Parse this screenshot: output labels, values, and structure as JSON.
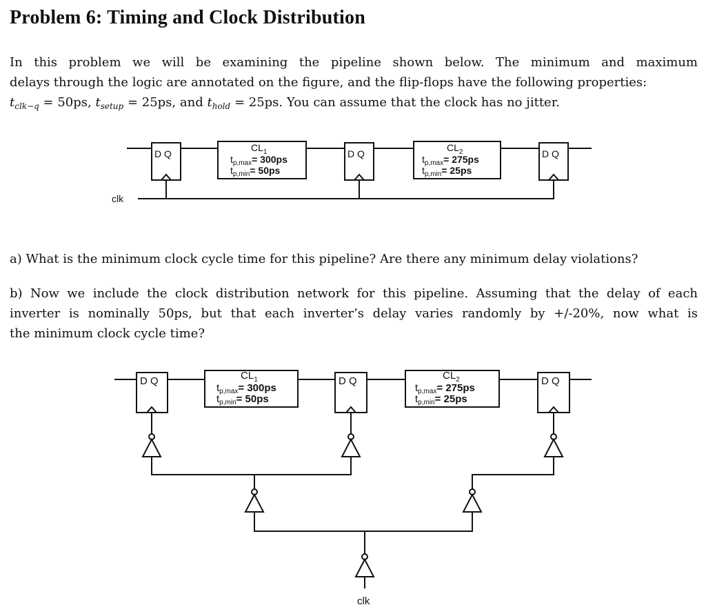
{
  "title": "Problem 6: Timing and Clock Distribution",
  "intro": {
    "line1": "In this problem we will be examining the pipeline shown below. The minimum and maximum",
    "line2": "delays through the logic are annotated on the figure, and the flip-flops have the following properties:",
    "tclkq_sub": "clk−q",
    "tclkq_value": "= 50ps,",
    "tsetup_sub": "setup",
    "tsetup_value": "= 25ps,",
    "and_word": "and",
    "thold_sub": "hold",
    "thold_value": "= 25ps.",
    "line3_tail": "You can assume that the clock has no jitter."
  },
  "figure1": {
    "ff_label": "D Q",
    "cl1": {
      "name": "CL",
      "sub": "1",
      "tmax": "= 300ps",
      "tmin": "= 50ps"
    },
    "cl2": {
      "name": "CL",
      "sub": "2",
      "tmax": "= 275ps",
      "tmin": "= 25ps"
    },
    "tp_max_sub": "p,max",
    "tp_min_sub": "p,min",
    "t": "t",
    "clk_label": "clk"
  },
  "question_a": "a) What is the minimum clock cycle time for this pipeline? Are there any minimum delay violations?",
  "question_b": {
    "line1": "b) Now we include the clock distribution network for this pipeline. Assuming that the delay of each",
    "line2": "inverter is nominally 50ps, but that each inverter’s delay varies randomly by +/-20%, now what is",
    "line3": "the minimum clock cycle time?"
  },
  "figure2": {
    "ff_label": "D Q",
    "cl1": {
      "name": "CL",
      "sub": "1",
      "tmax": "= 300ps",
      "tmin": "= 50ps"
    },
    "cl2": {
      "name": "CL",
      "sub": "2",
      "tmax": "= 275ps",
      "tmin": "= 25ps"
    },
    "tp_max_sub": "p,max",
    "tp_min_sub": "p,min",
    "t": "t",
    "clk_label": "clk"
  }
}
